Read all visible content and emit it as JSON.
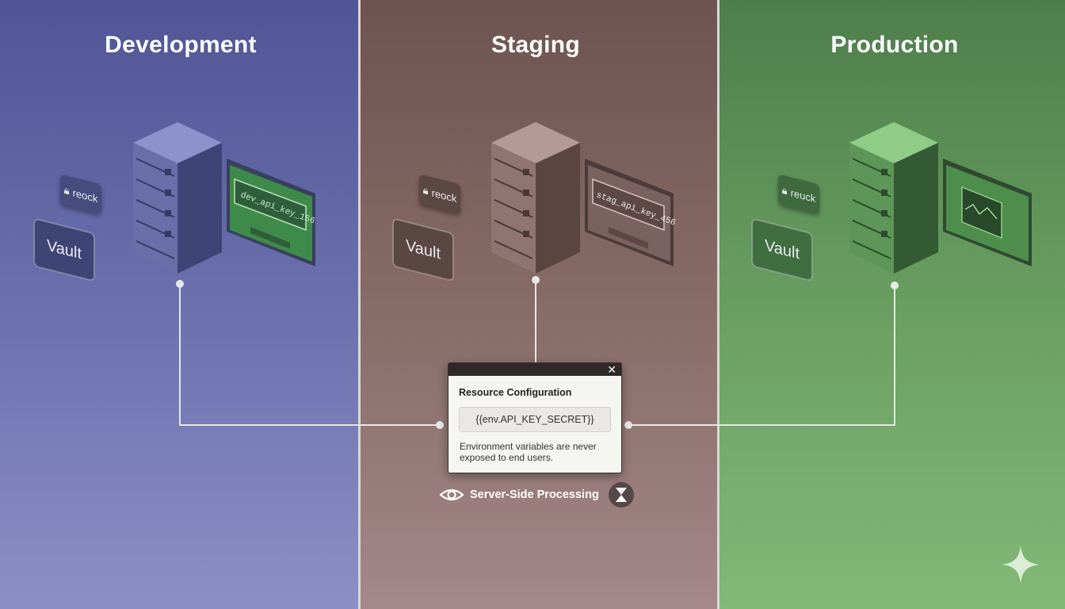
{
  "environments": [
    {
      "name": "Development",
      "lock_label": "reock",
      "vault_label": "Vault",
      "screen_text": "dev_api_key_156",
      "accent": "#4f5596"
    },
    {
      "name": "Staging",
      "lock_label": "reock",
      "vault_label": "Vault",
      "screen_text": "stag_api_key_456",
      "accent": "#6d5450"
    },
    {
      "name": "Production",
      "lock_label": "reuck",
      "vault_label": "Vault",
      "screen_text": "",
      "accent": "#4e7e4c"
    }
  ],
  "dialog": {
    "close_glyph": "✕",
    "title": "Resource Configuration",
    "code": "{{env.API_KEY_SECRET}}",
    "note": "Environment variables are never exposed to end users."
  },
  "footer": {
    "processing_label": "Server-Side Processing",
    "eye_icon": "eye-icon",
    "hourglass_icon": "hourglass-icon"
  }
}
